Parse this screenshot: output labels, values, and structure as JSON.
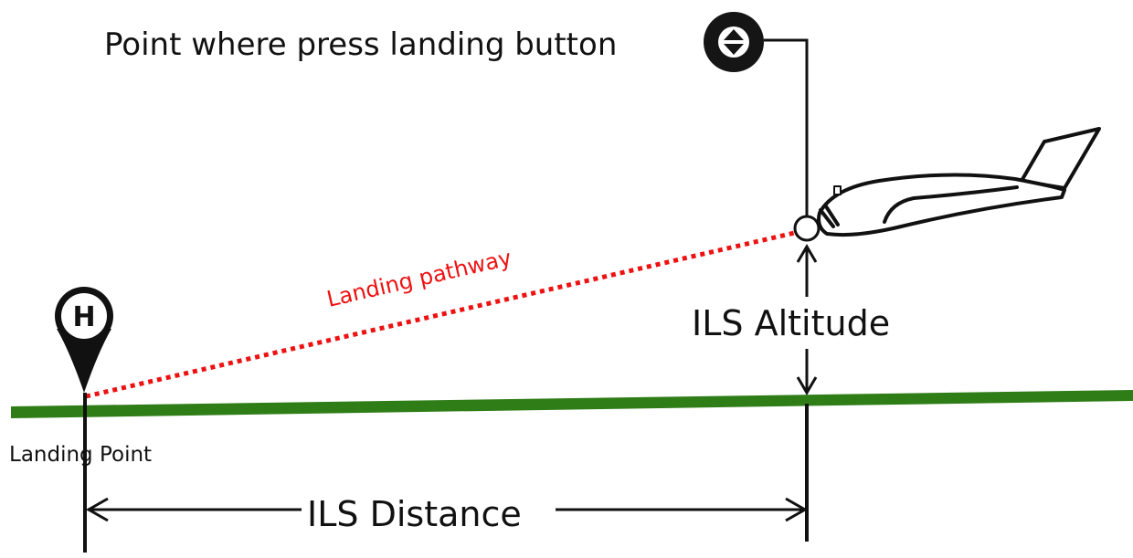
{
  "labels": {
    "press_point": "Point where press landing button",
    "landing_pathway": "Landing pathway",
    "ils_altitude": "ILS Altitude",
    "landing_point": "Landing Point",
    "ils_distance": "ILS Distance",
    "marker_letter": "H"
  },
  "colors": {
    "ground": "#2f7d17",
    "pathway": "#ee1111",
    "ink": "#111111",
    "button_bg": "#151515",
    "background": "#ffffff"
  },
  "icons": {
    "landing_button": "up-down-arrows-button-icon",
    "landing_marker": "map-pin-h-icon",
    "aircraft": "airplane-outline-icon",
    "aircraft_point": "circle-point-icon"
  }
}
